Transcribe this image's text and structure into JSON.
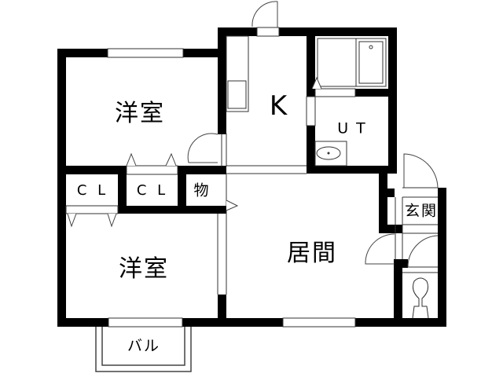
{
  "floor_plan": {
    "rooms": {
      "western_room_upper": {
        "label": "洋室"
      },
      "western_room_lower": {
        "label": "洋室"
      },
      "kitchen": {
        "label": "K"
      },
      "utility": {
        "label": "U T"
      },
      "living": {
        "label": "居間"
      },
      "closet_left": {
        "label": "C L"
      },
      "closet_right": {
        "label": "C L"
      },
      "storage": {
        "label": "物"
      },
      "entrance": {
        "label": "玄関"
      },
      "balcony": {
        "label": "バル"
      }
    },
    "colors": {
      "wall": "#000000",
      "background": "#ffffff",
      "line": "#333333"
    }
  }
}
